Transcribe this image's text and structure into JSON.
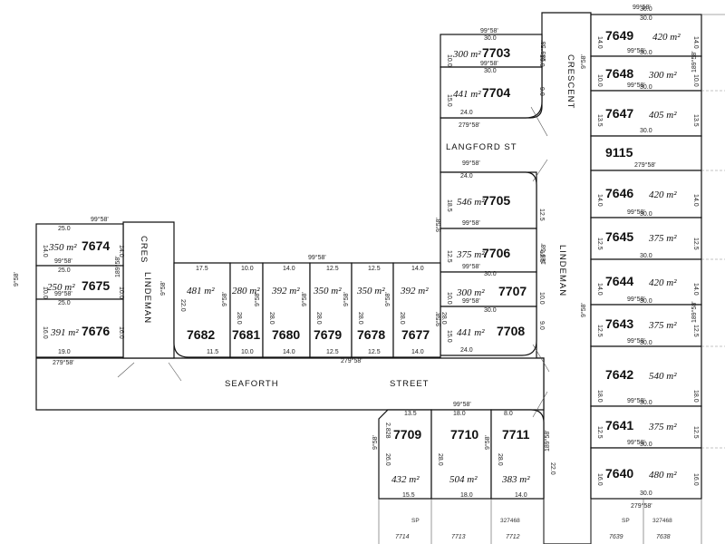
{
  "streets": [
    {
      "id": "langford",
      "label": "LANGFORD  ST"
    },
    {
      "id": "seaforth",
      "label": "SEAFORTH"
    },
    {
      "id": "seaforth2",
      "label": "STREET"
    },
    {
      "id": "crescent",
      "label": "CRESCENT"
    },
    {
      "id": "lindeman_right",
      "label": "LINDEMAN"
    },
    {
      "id": "lindeman_left",
      "label": "LINDEMAN"
    },
    {
      "id": "cres_left",
      "label": "CRES"
    }
  ],
  "lots": [
    {
      "id": "7649",
      "area": "420 m²"
    },
    {
      "id": "7648",
      "area": "300 m²"
    },
    {
      "id": "7647",
      "area": "405 m²"
    },
    {
      "id": "9115",
      "area": ""
    },
    {
      "id": "7646",
      "area": "420 m²"
    },
    {
      "id": "7645",
      "area": "375 m²"
    },
    {
      "id": "7644",
      "area": "420 m²"
    },
    {
      "id": "7643",
      "area": "375 m²"
    },
    {
      "id": "7642",
      "area": "540 m²"
    },
    {
      "id": "7641",
      "area": "375 m²"
    },
    {
      "id": "7640",
      "area": "480 m²"
    },
    {
      "id": "7703",
      "area": "300 m²"
    },
    {
      "id": "7704",
      "area": "441 m²"
    },
    {
      "id": "7705",
      "area": "546 m²"
    },
    {
      "id": "7706",
      "area": "375 m²"
    },
    {
      "id": "7707",
      "area": "300 m²"
    },
    {
      "id": "7708",
      "area": "441 m²"
    },
    {
      "id": "7674",
      "area": "350 m²"
    },
    {
      "id": "7675",
      "area": "250 m²"
    },
    {
      "id": "7676",
      "area": "391 m²"
    },
    {
      "id": "7682",
      "area": "481 m²"
    },
    {
      "id": "7681",
      "area": "280 m²"
    },
    {
      "id": "7680",
      "area": "392 m²"
    },
    {
      "id": "7679",
      "area": "350 m²"
    },
    {
      "id": "7678",
      "area": "350 m²"
    },
    {
      "id": "7677",
      "area": "392 m²"
    },
    {
      "id": "7709",
      "area": "432 m²"
    },
    {
      "id": "7710",
      "area": "504 m²"
    },
    {
      "id": "7711",
      "area": "383 m²"
    }
  ],
  "adjoining": [
    {
      "id": "a7714",
      "label": "7714"
    },
    {
      "id": "a7713",
      "label": "7713"
    },
    {
      "id": "a7712",
      "label": "7712"
    },
    {
      "id": "a7639",
      "label": "7639"
    },
    {
      "id": "a7638",
      "label": "7638"
    },
    {
      "id": "sp1",
      "label": "SP"
    },
    {
      "id": "sp2",
      "label": "SP"
    },
    {
      "id": "dp1",
      "label": "327468"
    },
    {
      "id": "dp2",
      "label": "327468"
    }
  ],
  "dims": [
    "30.0",
    "30.0",
    "30.0",
    "30.0",
    "30.0",
    "30.0",
    "30.0",
    "30.0",
    "30.0",
    "30.0",
    "30.0",
    "30.0",
    "14.0",
    "14.0",
    "10.0",
    "10.0",
    "13.5",
    "13.5",
    "14.0",
    "14.0",
    "12.5",
    "12.5",
    "14.0",
    "14.0",
    "12.5",
    "12.5",
    "18.0",
    "18.0",
    "12.5",
    "12.5",
    "16.0",
    "16.0",
    "30.0",
    "30.0",
    "30.0",
    "30.0",
    "24.0",
    "24.0",
    "24.0",
    "10.0",
    "10.0",
    "15.0",
    "9.0",
    "18.5",
    "12.5",
    "12.5",
    "12.5",
    "10.0",
    "10.0",
    "15.0",
    "9.0",
    "25.0",
    "25.0",
    "25.0",
    "19.0",
    "14.0",
    "14.0",
    "10.0",
    "10.0",
    "16.0",
    "16.0",
    "17.5",
    "10.0",
    "14.0",
    "12.5",
    "12.5",
    "14.0",
    "11.5",
    "10.0",
    "14.0",
    "12.5",
    "12.5",
    "14.0",
    "22.0",
    "28.0",
    "28.0",
    "28.0",
    "28.0",
    "28.0",
    "28.0",
    "13.5",
    "18.0",
    "8.0",
    "15.5",
    "18.0",
    "14.0",
    "26.0",
    "28.0",
    "28.0",
    "22.0",
    "2.828"
  ],
  "bearings": [
    "99°58'",
    "279°58'",
    "189°58'",
    "9°58'"
  ]
}
